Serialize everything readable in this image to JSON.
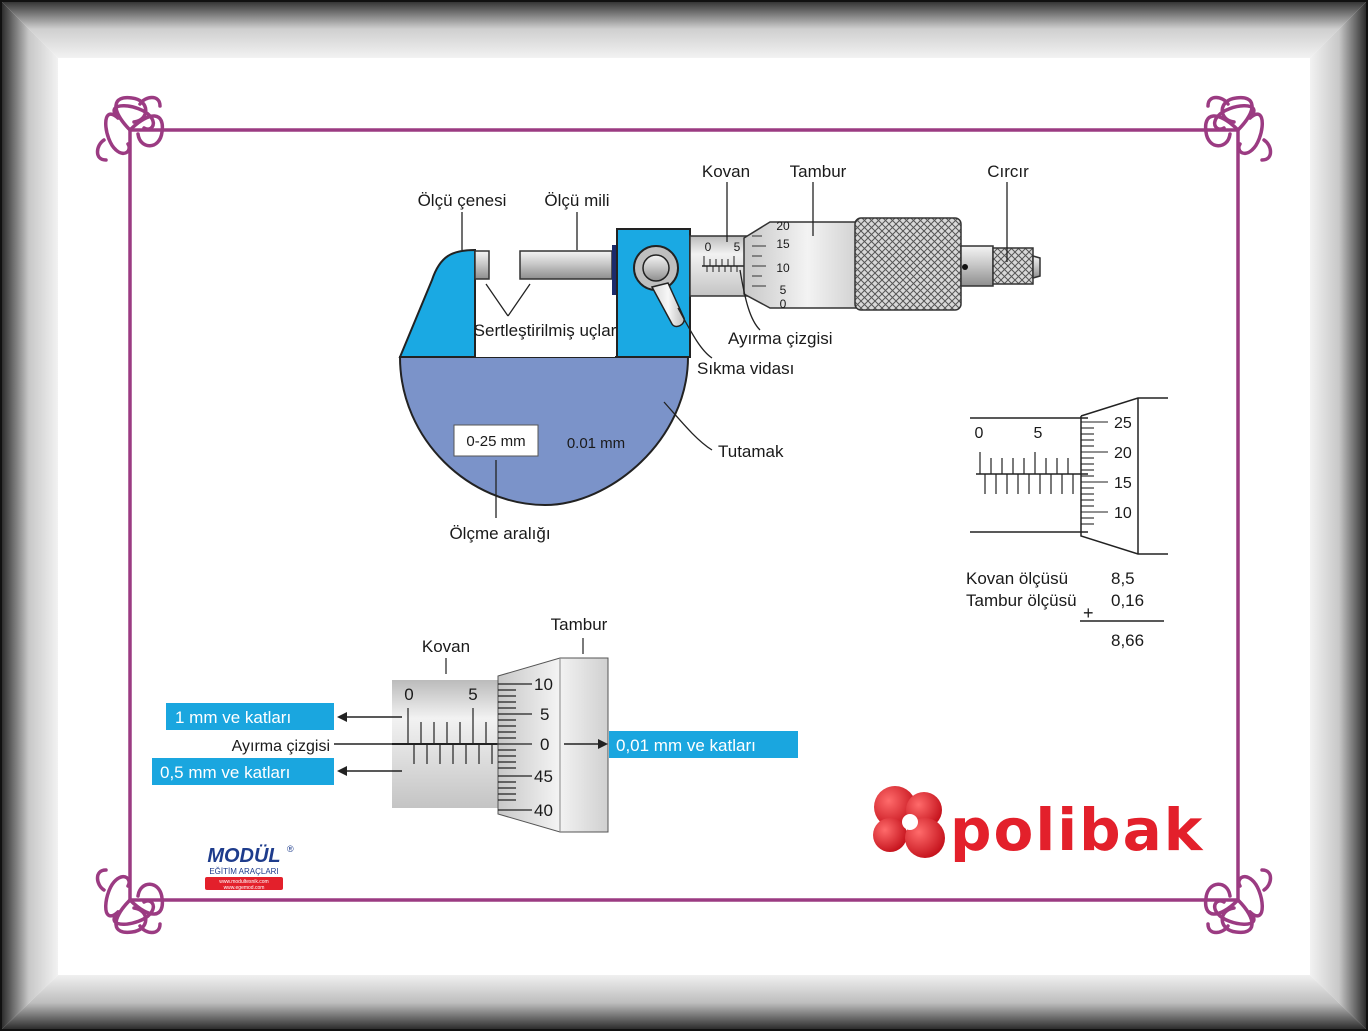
{
  "micrometer": {
    "labels": {
      "olcu_cenesi": "Ölçü çenesi",
      "olcu_mili": "Ölçü mili",
      "kovan": "Kovan",
      "tambur": "Tambur",
      "circir": "Cırcır",
      "sertlestirilmis_uclar": "Sertleştirilmiş uçlar",
      "ayirma_cizgisi": "Ayırma çizgisi",
      "sikma_vidasi": "Sıkma vidası",
      "tutamak": "Tutamak",
      "olcme_araligi": "Ölçme aralığı"
    },
    "range_badge": "0-25 mm",
    "resolution": "0.01 mm",
    "sleeve_numbers": [
      "0",
      "5"
    ],
    "thimble_numbers": [
      "20",
      "15",
      "10",
      "5",
      "0"
    ]
  },
  "reading_example": {
    "sleeve_numbers": [
      "0",
      "5"
    ],
    "thimble_numbers": [
      "25",
      "20",
      "15",
      "10"
    ],
    "rows": [
      {
        "label": "Kovan ölçüsü",
        "value": "8,5"
      },
      {
        "label": "Tambur ölçüsü",
        "value": "0,16"
      }
    ],
    "plus": "+",
    "result": "8,66"
  },
  "scale_detail": {
    "kovan": "Kovan",
    "tambur": "Tambur",
    "sleeve_numbers": [
      "0",
      "5"
    ],
    "thimble_numbers": [
      "10",
      "5",
      "0",
      "45",
      "40"
    ],
    "tag_1mm": "1 mm ve katları",
    "ayirma_cizgisi": "Ayırma çizgisi",
    "tag_05mm": "0,5 mm ve katları",
    "tag_001mm": "0,01 mm ve katları"
  },
  "logos": {
    "modul_name": "MODÜL",
    "modul_sub": "EĞİTİM ARAÇLARI",
    "modul_reg": "®",
    "modul_web1": "www.modultesnik.com",
    "modul_web2": "www.egemod.com",
    "polibak": "polibak"
  },
  "colors": {
    "frame_purple": "#9b3b82",
    "frame_body_blue": "#1aa9e3",
    "handle_blue": "#7b93c9",
    "tag_blue": "#1aa6df",
    "polibak_red": "#e3202b"
  }
}
